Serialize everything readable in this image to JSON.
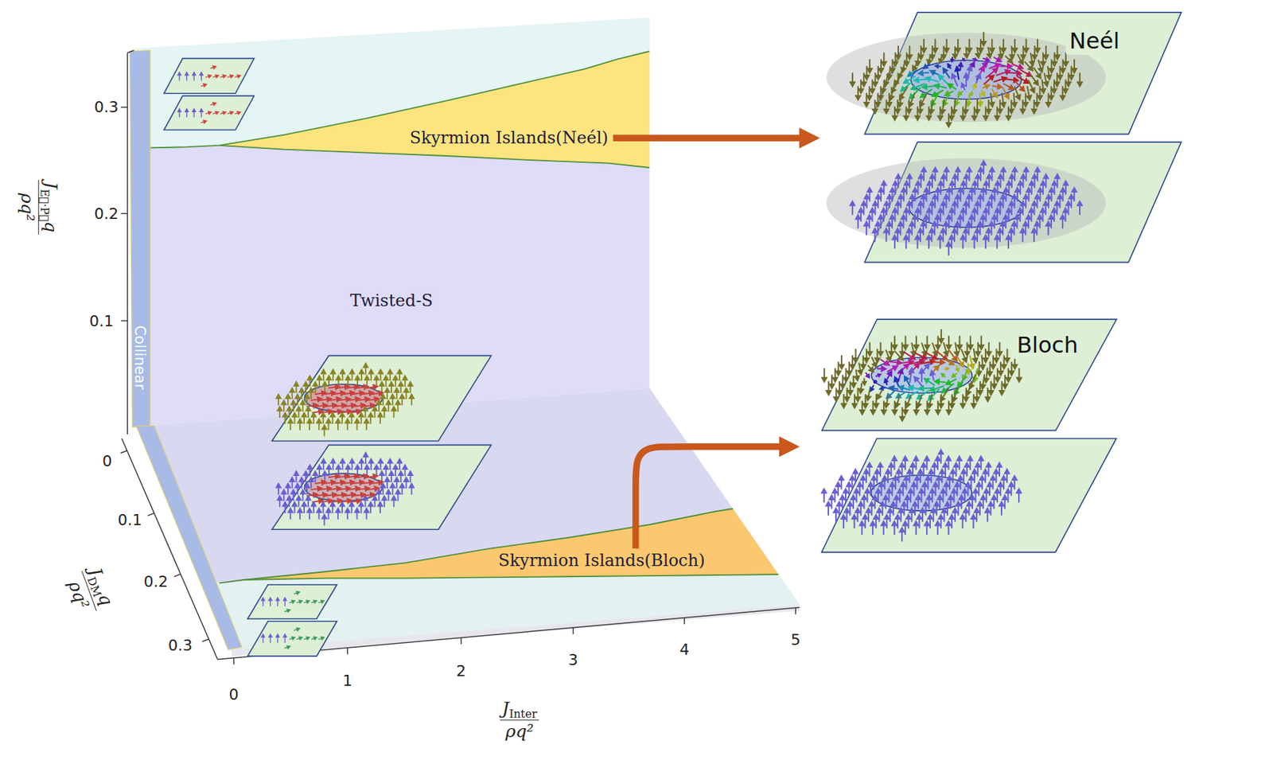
{
  "diagram": {
    "nodes": [
      {
        "text": [
          "Twisted-S"
        ]
      },
      {
        "text": [
          "Skyrmion Islands(Neél)"
        ]
      },
      {
        "text": [
          "Skyrmion Islands(Bloch)"
        ]
      },
      {
        "text": [
          "Collinear"
        ]
      },
      {
        "text": [
          "Neél"
        ]
      },
      {
        "text": [
          "Bloch"
        ]
      }
    ],
    "edges": [
      {
        "from": 1,
        "to": 4,
        "arrow": "to"
      },
      {
        "from": 2,
        "to": 5,
        "arrow": "to"
      }
    ],
    "labels": [
      "0.3",
      "0.2",
      "0.1",
      "0",
      "0.1",
      "0.2",
      "0.3",
      "0",
      "1",
      "2",
      "3",
      "4",
      "5",
      "J",
      "E⃗·P⃗",
      "q",
      "ρq²",
      "J",
      "DM",
      "q",
      "ρq²",
      "J",
      "Inter",
      "ρq²"
    ]
  }
}
